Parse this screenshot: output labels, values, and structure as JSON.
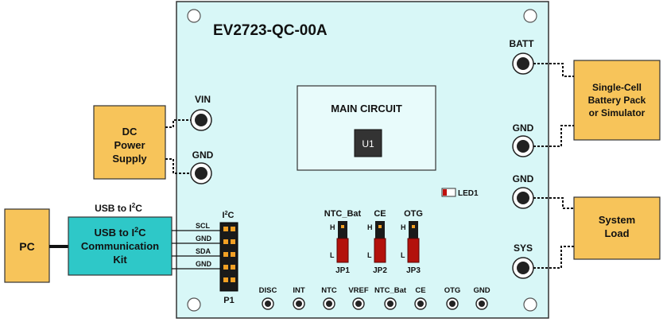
{
  "board": {
    "title": "EV2723-QC-00A",
    "main_circuit": "MAIN CIRCUIT",
    "chip": "U1",
    "led": "LED1"
  },
  "colors": {
    "board_fill": "#d8f7f7",
    "box_fill": "#f7c45a",
    "usb_kit_fill": "#2ec8c8",
    "jumper_red": "#b3120c",
    "pin_orange": "#f2a024"
  },
  "left_terminals": {
    "vin": "VIN",
    "gnd": "GND"
  },
  "right_terminals": {
    "batt": "BATT",
    "gnd1": "GND",
    "gnd2": "GND",
    "sys": "SYS"
  },
  "external": {
    "dc_supply": [
      "DC",
      "Power",
      "Supply"
    ],
    "battery": [
      "Single-Cell",
      "Battery Pack",
      "or Simulator"
    ],
    "load": [
      "System",
      "Load"
    ],
    "pc": "PC",
    "usb_header": "USB to I",
    "usb_header_sup": "2",
    "usb_header_tail": "C",
    "usb_kit_line1": "USB to I",
    "usb_kit_line1_sup": "2",
    "usb_kit_line1_tail": "C",
    "usb_kit_line2": "Communication",
    "usb_kit_line3": "Kit"
  },
  "i2c": {
    "header_pre": "I",
    "header_sup": "2",
    "header_post": "C",
    "pins": [
      "SCL",
      "GND",
      "SDA",
      "GND"
    ],
    "connector": "P1"
  },
  "jumpers": [
    {
      "name": "NTC_Bat",
      "high": "H",
      "low": "L",
      "label": "JP1"
    },
    {
      "name": "CE",
      "high": "H",
      "low": "L",
      "label": "JP2"
    },
    {
      "name": "OTG",
      "high": "H",
      "low": "L",
      "label": "JP3"
    }
  ],
  "test_points": [
    "DISC",
    "INT",
    "NTC",
    "VREF",
    "NTC_Bat",
    "CE",
    "OTG",
    "GND"
  ]
}
